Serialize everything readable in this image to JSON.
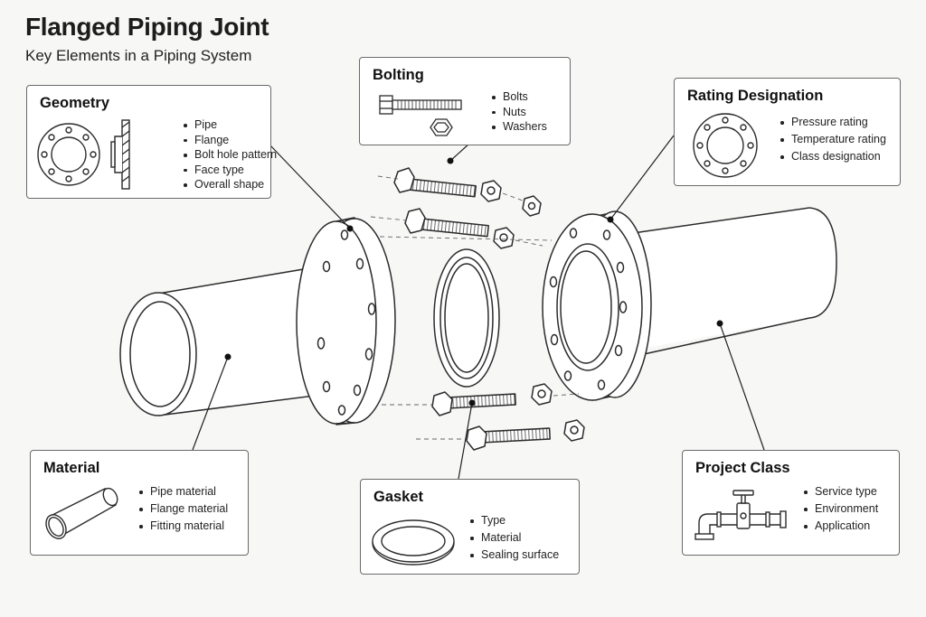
{
  "header": {
    "title": "Flanged Piping Joint",
    "subtitle": "Key Elements in a Piping System"
  },
  "cards": {
    "geometry": {
      "title": "Geometry",
      "items": [
        "Pipe",
        "Flange",
        "Bolt hole pattern",
        "Face type",
        "Overall shape"
      ],
      "icon": "flange-face-and-profile-icon"
    },
    "bolting": {
      "title": "Bolting",
      "items": [
        "Bolts",
        "Nuts",
        "Washers"
      ],
      "icon": "bolt-and-nut-icon"
    },
    "rating": {
      "title": "Rating Designation",
      "items": [
        "Pressure rating",
        "Temperature rating",
        "Class designation"
      ],
      "icon": "flange-icon"
    },
    "material": {
      "title": "Material",
      "items": [
        "Pipe material",
        "Flange material",
        "Fitting material"
      ],
      "icon": "pipe-icon"
    },
    "gasket": {
      "title": "Gasket",
      "items": [
        "Type",
        "Material",
        "Sealing surface"
      ],
      "icon": "gasket-ring-icon"
    },
    "project": {
      "title": "Project Class",
      "items": [
        "Service type",
        "Environment",
        "Application"
      ],
      "icon": "valve-pipe-icon"
    }
  },
  "colors": {
    "line": "#333333",
    "card_border": "#6a6a6a",
    "background": "#f7f7f6"
  }
}
